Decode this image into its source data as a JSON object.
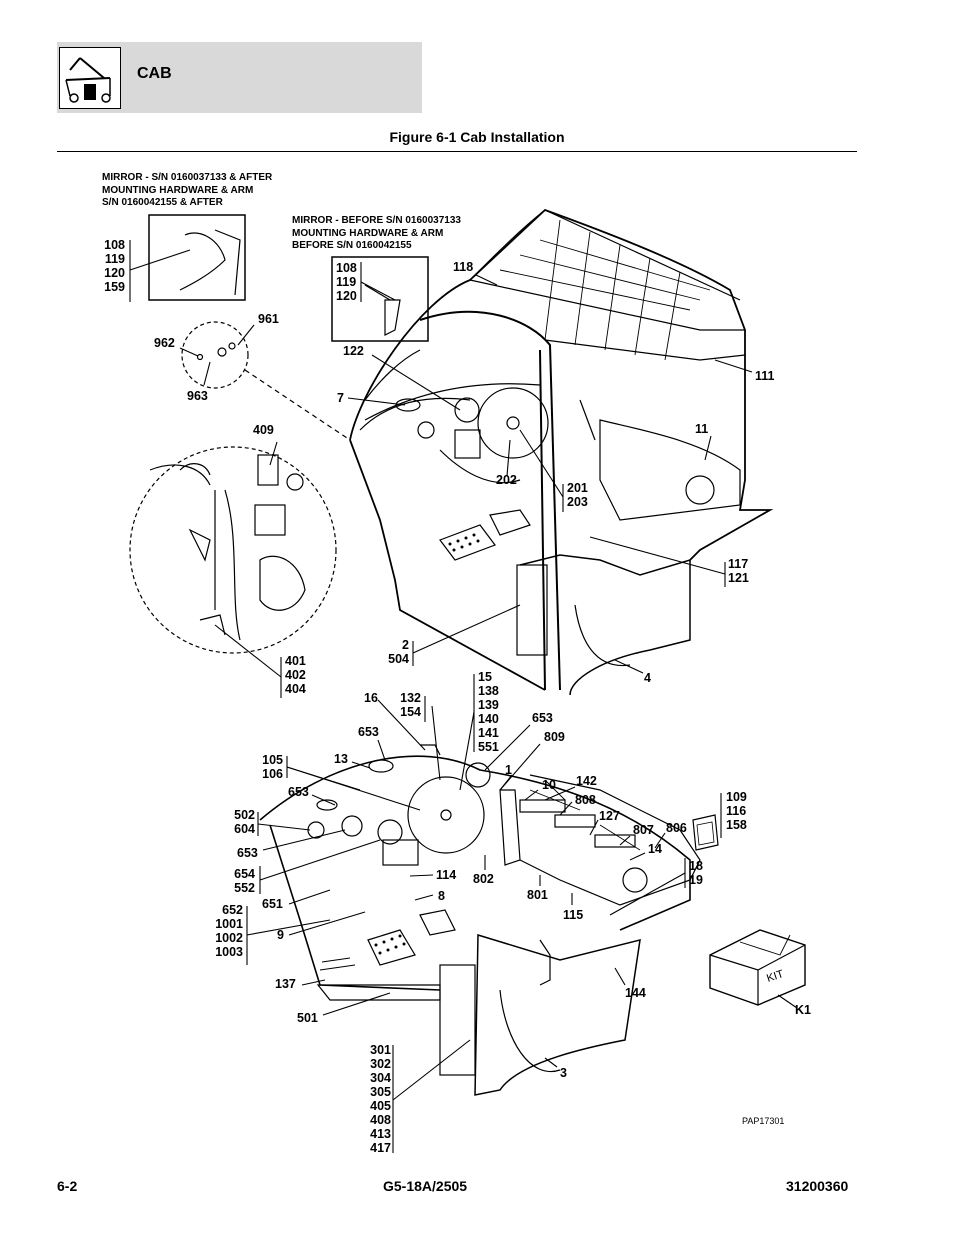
{
  "header": {
    "section": "CAB",
    "icon": "telehandler-cab-icon"
  },
  "figure_title": "Figure 6-1 Cab Installation",
  "notes": {
    "mirror_after": [
      "MIRROR - S/N 0160037133 & AFTER",
      "MOUNTING HARDWARE & ARM",
      "S/N 0160042155 & AFTER"
    ],
    "mirror_before": [
      "MIRROR - BEFORE S/N 0160037133",
      "MOUNTING HARDWARE & ARM",
      "BEFORE S/N 0160042155"
    ]
  },
  "callouts": {
    "c108_119_120_159": "108\n119\n120\n159",
    "c108_119_120": "108\n119\n120",
    "c961": "961",
    "c962": "962",
    "c963": "963",
    "c118": "118",
    "c122": "122",
    "c7": "7",
    "c111": "111",
    "c409": "409",
    "c11": "11",
    "c202": "202",
    "c201_203": "201\n203",
    "c117_121": "117\n121",
    "c2_504": "2\n504",
    "c401_402_404": "401\n402\n404",
    "c4": "4",
    "c16": "16",
    "c132_154": "132\n154",
    "c15_group": "15\n138\n139\n140\n141\n551",
    "c653a": "653",
    "c653b": "653",
    "c653c": "653",
    "c653d": "653",
    "c809": "809",
    "c105_106": "105\n106",
    "c13": "13",
    "c1": "1",
    "c10": "10",
    "c142": "142",
    "c808": "808",
    "c109_116_158": "109\n116\n158",
    "c502_604": "502\n604",
    "c127": "127",
    "c807": "807",
    "c806": "806",
    "c14": "14",
    "c654_552": "654\n552",
    "c114": "114",
    "c802": "802",
    "c18_19": "18\n19",
    "c651": "651",
    "c8": "8",
    "c801": "801",
    "c652_group": "652\n1001\n1002\n1003",
    "c9": "9",
    "c115": "115",
    "c137": "137",
    "c144": "144",
    "c501": "501",
    "cK1": "K1",
    "c301_group": "301\n302\n304\n305\n405\n408\n413\n417",
    "c3": "3"
  },
  "kit_label": "KIT",
  "drawing_ref": "PAP17301",
  "footer": {
    "page": "6-2",
    "model": "G5-18A/2505",
    "doc_number": "31200360"
  }
}
